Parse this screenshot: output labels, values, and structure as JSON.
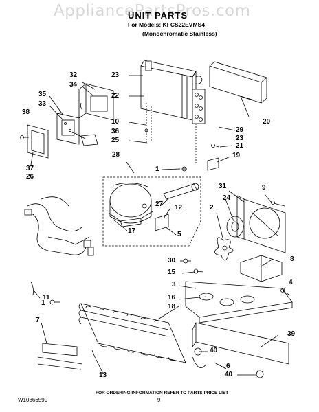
{
  "header": {
    "watermark": "AppliancePartsPros.com",
    "title": "UNIT PARTS",
    "models_line": "For Models: KFCS22EVMS4",
    "variant_line": "(Monochromatic Stainless)"
  },
  "footer": {
    "doc_number": "W10366599",
    "page_number": "9",
    "ordering_note": "FOR ORDERING INFORMATION REFER TO PARTS PRICE LIST"
  },
  "callouts": {
    "c23a": "23",
    "c22": "22",
    "c10": "10",
    "c25": "25",
    "c32": "32",
    "c34": "34",
    "c35": "35",
    "c33": "33",
    "c38": "38",
    "c36": "36",
    "c28": "28",
    "c37": "37",
    "c26": "26",
    "c1": "1",
    "c27": "27",
    "c12": "12",
    "c17": "17",
    "c5": "5",
    "c20": "20",
    "c29": "29",
    "c23b": "23",
    "c21": "21",
    "c19": "19",
    "c31": "31",
    "c9": "9",
    "c24": "24",
    "c2": "2",
    "c8": "8",
    "c30": "30",
    "c15": "15",
    "c3": "3",
    "c4": "4",
    "c16": "16",
    "c18": "18",
    "c39": "39",
    "c40a": "40",
    "c6": "6",
    "c40b": "40",
    "c11": "11",
    "c7": "7",
    "c13": "13"
  }
}
